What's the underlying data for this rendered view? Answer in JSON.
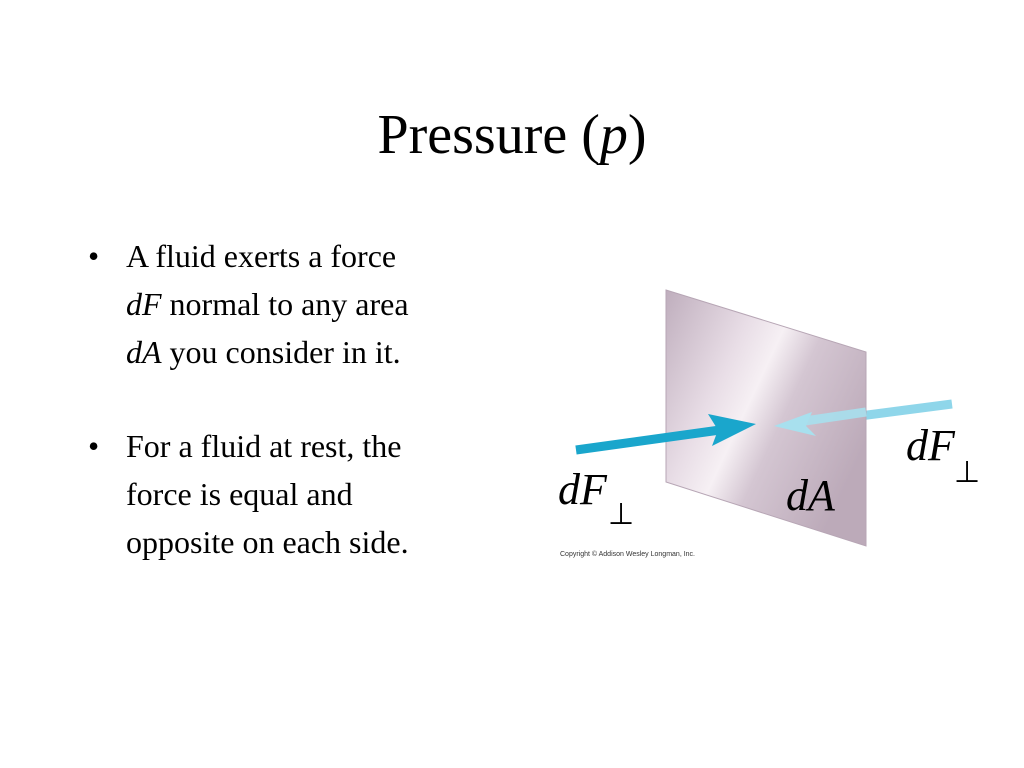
{
  "title": {
    "main": "Pressure (",
    "variable": "p",
    "close": ")"
  },
  "bullets": [
    {
      "marker": "•",
      "line1": "A fluid exerts a force",
      "line2_var": "dF",
      "line2_rest": " normal to any area",
      "line3_var": "dA",
      "line3_rest": " you consider in it."
    },
    {
      "marker": "•",
      "line1": "For a fluid at rest, the",
      "line2": "force is equal and",
      "line3": "opposite on each side."
    }
  ],
  "figure": {
    "label_force_left": "dF",
    "label_force_right": "dF",
    "perp_symbol": "⊥",
    "label_area": "dA",
    "copyright": "Copyright © Addison Wesley Longman, Inc.",
    "colors": {
      "arrow_front": "#1aa6cc",
      "arrow_back": "#8fd6ea",
      "plate": "#c8b9c6"
    }
  }
}
